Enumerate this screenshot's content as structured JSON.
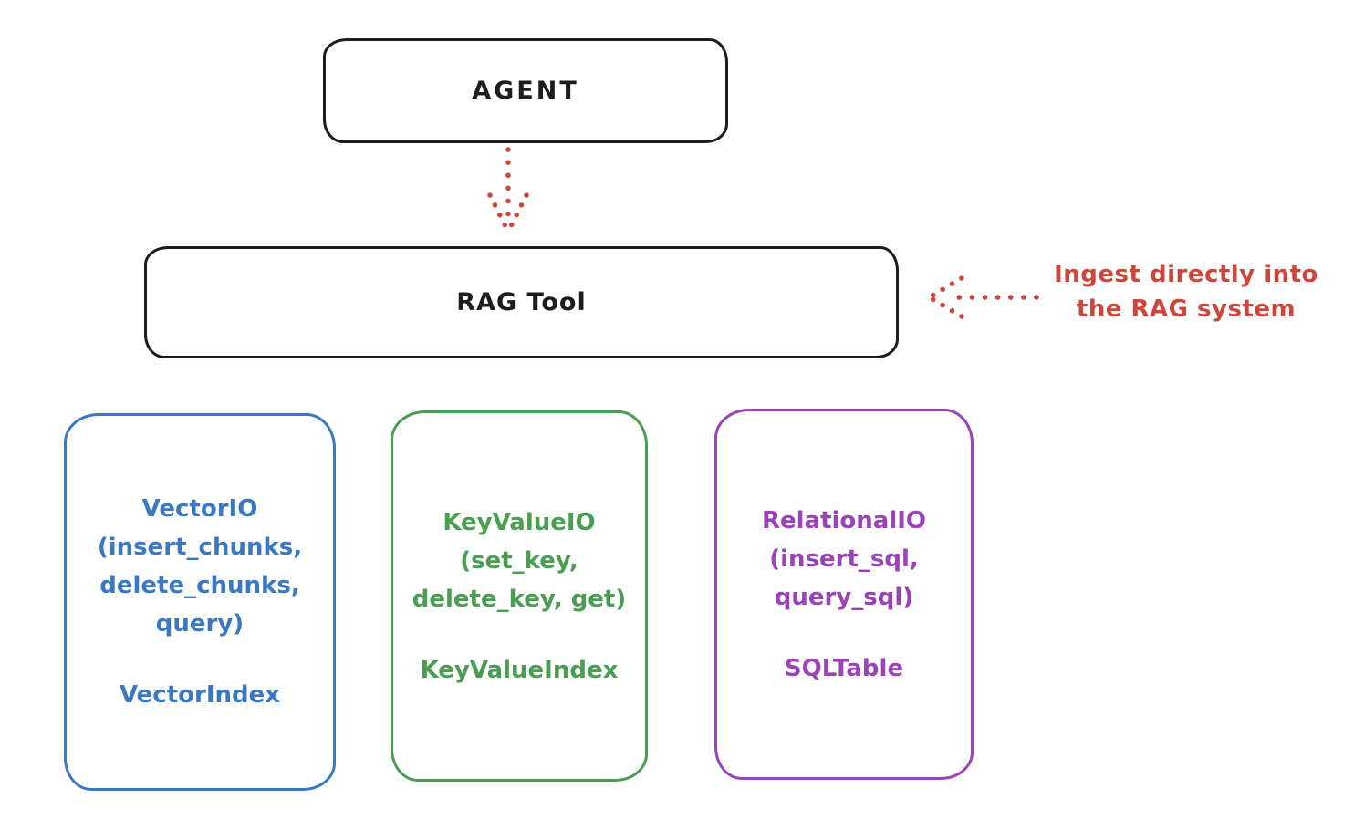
{
  "diagram": {
    "agent_box": {
      "label": "AGENT"
    },
    "rag_tool_box": {
      "label": "RAG Tool"
    },
    "agent_to_rag_arrow": {
      "style": "dotted",
      "direction": "down"
    },
    "annotation": {
      "line1": "Ingest directly into",
      "line2": "the RAG system",
      "arrow_style": "dotted",
      "arrow_direction": "left"
    },
    "io_boxes": [
      {
        "id": "vector-io",
        "color": "#3b78c3",
        "lines": [
          "VectorIO",
          "(insert_chunks,",
          "delete_chunks,",
          "query)"
        ],
        "index_label": "VectorIndex"
      },
      {
        "id": "keyvalue-io",
        "color": "#4a9e52",
        "lines": [
          "KeyValueIO",
          "(set_key,",
          "delete_key, get)"
        ],
        "index_label": "KeyValueIndex"
      },
      {
        "id": "relational-io",
        "color": "#9a42b8",
        "lines": [
          "RelationalIO",
          "(insert_sql,",
          "query_sql)"
        ],
        "index_label": "SQLTable"
      }
    ],
    "colors": {
      "outline": "#1d1d1d",
      "red": "#cd463c"
    }
  }
}
